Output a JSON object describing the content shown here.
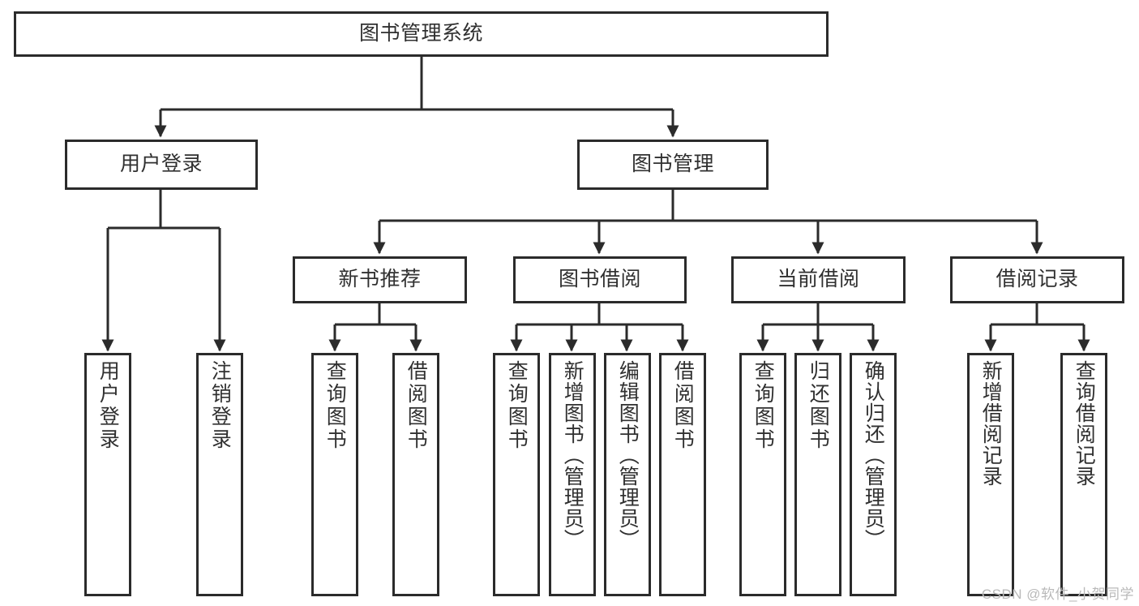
{
  "diagram": {
    "type": "tree",
    "title": "图书管理系统",
    "orientation": "top-down",
    "colors": {
      "background": "#ffffff",
      "node_border": "#2b2b2b",
      "node_fill": "#ffffff",
      "text": "#303030",
      "edge": "#2b2b2b",
      "watermark": "#b9b9b9"
    },
    "watermark": "CSDN @软件_小贺同学",
    "nodes": {
      "root": {
        "label": "图书管理系统"
      },
      "level1": [
        {
          "label": "用户登录"
        },
        {
          "label": "图书管理"
        }
      ],
      "level2": [
        {
          "label": "新书推荐"
        },
        {
          "label": "图书借阅"
        },
        {
          "label": "当前借阅"
        },
        {
          "label": "借阅记录"
        }
      ],
      "leaves": {
        "user_login": [
          {
            "label": "用户登录"
          },
          {
            "label": "注销登录"
          }
        ],
        "new_book_recommend": [
          {
            "label": "查询图书"
          },
          {
            "label": "借阅图书"
          }
        ],
        "book_borrow": [
          {
            "label": "查询图书"
          },
          {
            "label": "新增图书（管理员）"
          },
          {
            "label": "编辑图书（管理员）"
          },
          {
            "label": "借阅图书"
          }
        ],
        "current_borrow": [
          {
            "label": "查询图书"
          },
          {
            "label": "归还图书"
          },
          {
            "label": "确认归还（管理员）"
          }
        ],
        "borrow_record": [
          {
            "label": "新增借阅记录"
          },
          {
            "label": "查询借阅记录"
          }
        ]
      }
    }
  }
}
